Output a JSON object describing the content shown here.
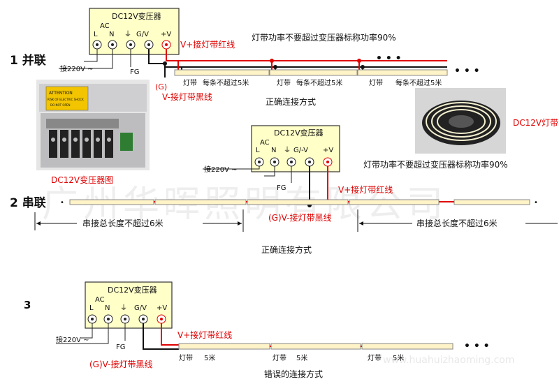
{
  "watermark": "广州华晖照明有限公司",
  "watermark_url": "www.huahuizhaoming.com",
  "colors": {
    "box_fill": "#ffffc8",
    "strip_fill": "#fff3c8",
    "red_wire": "#e00000",
    "black_wire": "#111111",
    "red_text": "#e00000",
    "text": "#111111",
    "watermark": "#f0f0f0"
  },
  "transformer": {
    "title": "DC12V变压器",
    "ac": "AC",
    "terminals": [
      "L",
      "N",
      "⏚",
      "G/V",
      "+V"
    ],
    "terminals_mid": [
      "L",
      "N",
      "⏚",
      "G/-V",
      "+V"
    ],
    "mains": "接220V ~",
    "fg": "FG"
  },
  "sections": {
    "s1_label": "1 并联",
    "s2_label": "2 串联",
    "s3_label": "3"
  },
  "s1": {
    "red_label": "V+接灯带红线",
    "g_label": "(G)",
    "black_label": "V-接灯带黑线",
    "top_note": "灯带功率不要超过变压器标称功率90%",
    "strip_text": [
      "灯带",
      "每条不超过5米"
    ],
    "dots": "• • •",
    "dots2": "• • •",
    "caption": "正确连接方式"
  },
  "photo_transformer": {
    "caption": "DC12V变压器图",
    "attention_title": "ATTENTION",
    "attention_line1": "RISK OF ELECTRIC SHOCK",
    "attention_line2": "DO NOT OPEN"
  },
  "photo_reel": {
    "caption": "DC12V灯带",
    "note": "灯带功率不要超过变压器标称功率90%"
  },
  "s2": {
    "red_label": "V+接灯带红线",
    "black_label": "(G)V-接灯带黑线",
    "length_left": "串接总长度不超过6米",
    "length_right": "串接总长度不超过6米",
    "caption": "正确连接方式"
  },
  "s3": {
    "red_label": "V+接灯带红线",
    "black_label": "(G)V-接灯带黑线",
    "strip_text": [
      "灯带",
      "5米"
    ],
    "dots": "• • •",
    "caption": "错误的连接方式"
  }
}
